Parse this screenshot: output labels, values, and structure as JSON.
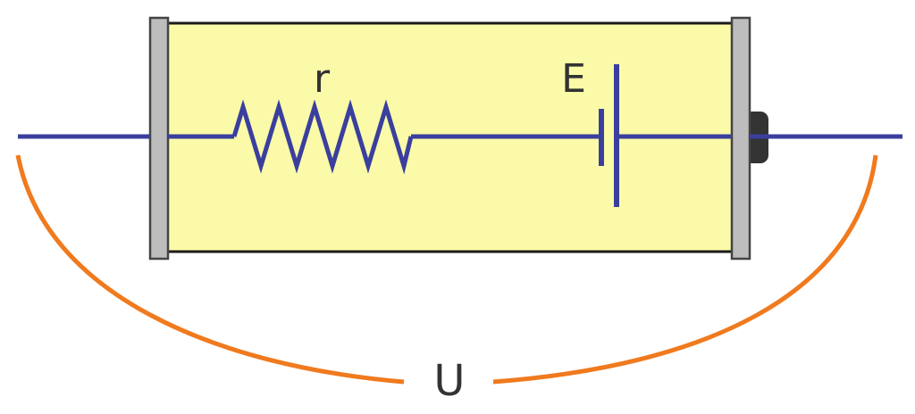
{
  "labels": {
    "resistor": "r",
    "emf": "E",
    "voltage": "U"
  },
  "colors": {
    "body_fill": "#fafaa8",
    "body_stroke": "#1a1a1a",
    "end_cap_fill": "#bdbdbd",
    "end_cap_stroke": "#444444",
    "terminal_nub": "#333333",
    "wire": "#3a3f9e",
    "voltage_arc": "#f07a1e",
    "label_text": "#333333"
  },
  "icons": {
    "resistor": "resistor-zigzag-icon",
    "emf_source": "battery-cell-icon"
  }
}
